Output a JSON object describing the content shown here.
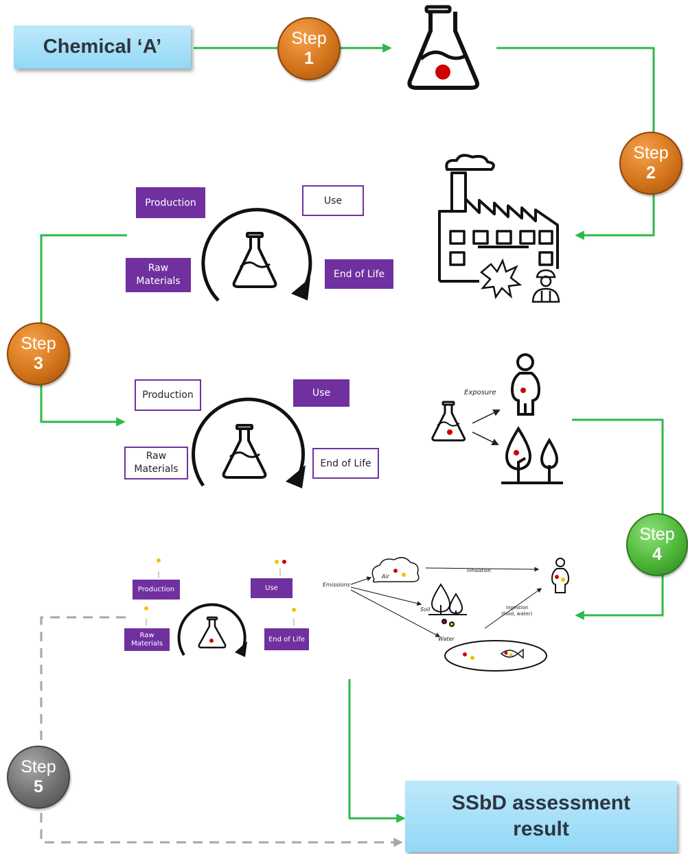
{
  "start_box": "Chemical ‘A’",
  "result_box": "SSbD assessment result",
  "steps": [
    {
      "word": "Step",
      "num": "1"
    },
    {
      "word": "Step",
      "num": "2"
    },
    {
      "word": "Step",
      "num": "3"
    },
    {
      "word": "Step",
      "num": "4"
    },
    {
      "word": "Step",
      "num": "5"
    }
  ],
  "cycle_labels": {
    "production": "Production",
    "use": "Use",
    "raw_materials": "Raw Materials",
    "end_of_life": "End of Life"
  },
  "exposure_label": "Exposure",
  "emissions": {
    "emissions": "Emissions",
    "air": "Air",
    "soil": "Soil",
    "water": "Water",
    "inhalation": "Inhalation",
    "ingestion": "Ingestion",
    "ingestion_sub": "(food, water)"
  },
  "colors": {
    "flow_arrow": "#2db84a",
    "step5_arrow": "#a6a6a6",
    "lifecycle_purple": "#7030a0",
    "step_orange": "#d4751c",
    "step_green": "#4cb637",
    "step_gray": "#6f6f6f",
    "chemical_dot": "#d00000",
    "emission_dot": "#f2c200"
  },
  "icons": [
    "flask-icon",
    "factory-icon",
    "explosion-icon",
    "worker-icon",
    "cloud-icon",
    "person-icon",
    "tree-icon",
    "fish-icon",
    "lifecycle-arrow-icon"
  ]
}
